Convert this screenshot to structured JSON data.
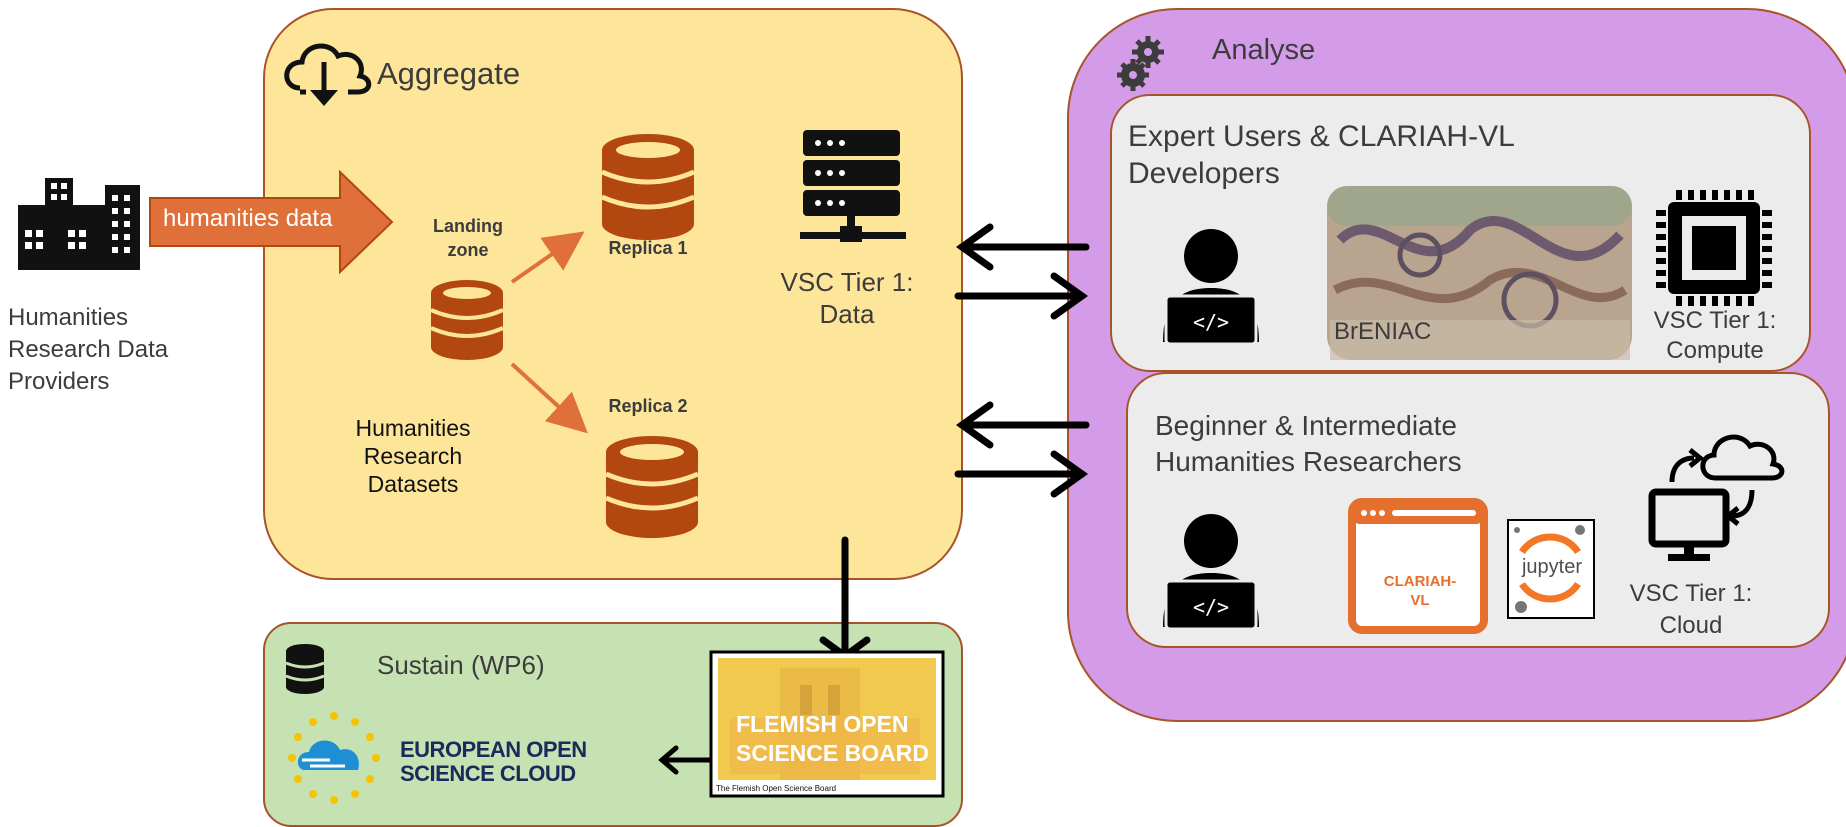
{
  "providers": {
    "label_line1": "Humanities",
    "label_line2": "Research Data",
    "label_line3": "Providers",
    "flow_label": "humanities data"
  },
  "aggregate": {
    "title": "Aggregate",
    "landing_zone_line1": "Landing",
    "landing_zone_line2": "zone",
    "replica1": "Replica 1",
    "replica2": "Replica 2",
    "datasets_line1": "Humanities",
    "datasets_line2": "Research",
    "datasets_line3": "Datasets",
    "vsc_data_line1": "VSC Tier 1:",
    "vsc_data_line2": "Data"
  },
  "sustain": {
    "title": "Sustain (WP6)",
    "eosc_line1": "EUROPEAN OPEN",
    "eosc_line2": "SCIENCE CLOUD",
    "fosb_line1": "FLEMISH OPEN",
    "fosb_line2": "SCIENCE BOARD",
    "fosb_caption": "The Flemish Open Science Board"
  },
  "analyse": {
    "title": "Analyse",
    "expert": {
      "title_line1": "Expert Users & CLARIAH-VL",
      "title_line2": "Developers",
      "breniac_label": "BrENIAC",
      "compute_line1": "VSC Tier 1:",
      "compute_line2": "Compute"
    },
    "beginner": {
      "title_line1": "Beginner & Intermediate",
      "title_line2": "Humanities Researchers",
      "clariah_line1": "CLARIAH-",
      "clariah_line2": "VL",
      "jupyter_label": "jupyter",
      "cloud_line1": "VSC Tier 1:",
      "cloud_line2": "Cloud"
    }
  },
  "colors": {
    "aggregate_fill": "#fde59a",
    "analyse_fill": "#d49be8",
    "sustain_fill": "#c6e2b3",
    "border": "#a8542a",
    "database": "#b2470f",
    "arrow_orange": "#e0703a",
    "clariah_orange": "#e56f2c"
  }
}
